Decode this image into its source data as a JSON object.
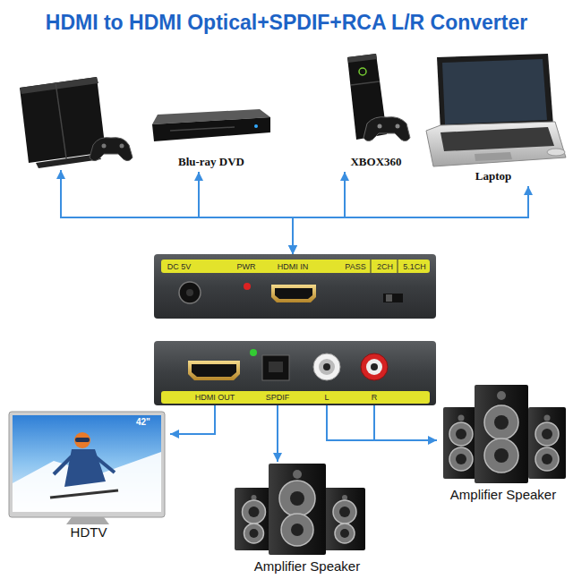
{
  "diagram": {
    "title": "HDMI to HDMI Optical+SPDIF+RCA L/R Converter",
    "nodes": [
      {
        "text": [
          "Blu-ray DVD"
        ]
      },
      {
        "text": [
          "XBOX360"
        ]
      },
      {
        "text": [
          "Laptop"
        ]
      },
      {
        "text": [
          "DC 5V",
          "PWR",
          "HDMI IN",
          "PASS",
          "2CH",
          "5.1CH"
        ]
      },
      {
        "text": [
          "HDMI OUT",
          "SPDIF",
          "L",
          "R"
        ]
      },
      {
        "text": [
          "HDTV"
        ]
      },
      {
        "text": [
          "Amplifier Speaker"
        ]
      },
      {
        "text": [
          "Amplifier Speaker"
        ]
      }
    ],
    "edges": [
      {
        "from": 0,
        "to": 3,
        "arrow": "both"
      },
      {
        "from": 1,
        "to": 3,
        "arrow": "both"
      },
      {
        "from": 2,
        "to": 3,
        "arrow": "both"
      },
      {
        "from": 4,
        "to": 5,
        "arrow": "to"
      },
      {
        "from": 4,
        "to": 7,
        "arrow": "to"
      },
      {
        "from": 4,
        "to": 6,
        "arrow": "to"
      }
    ],
    "labels": [
      "42\""
    ]
  }
}
